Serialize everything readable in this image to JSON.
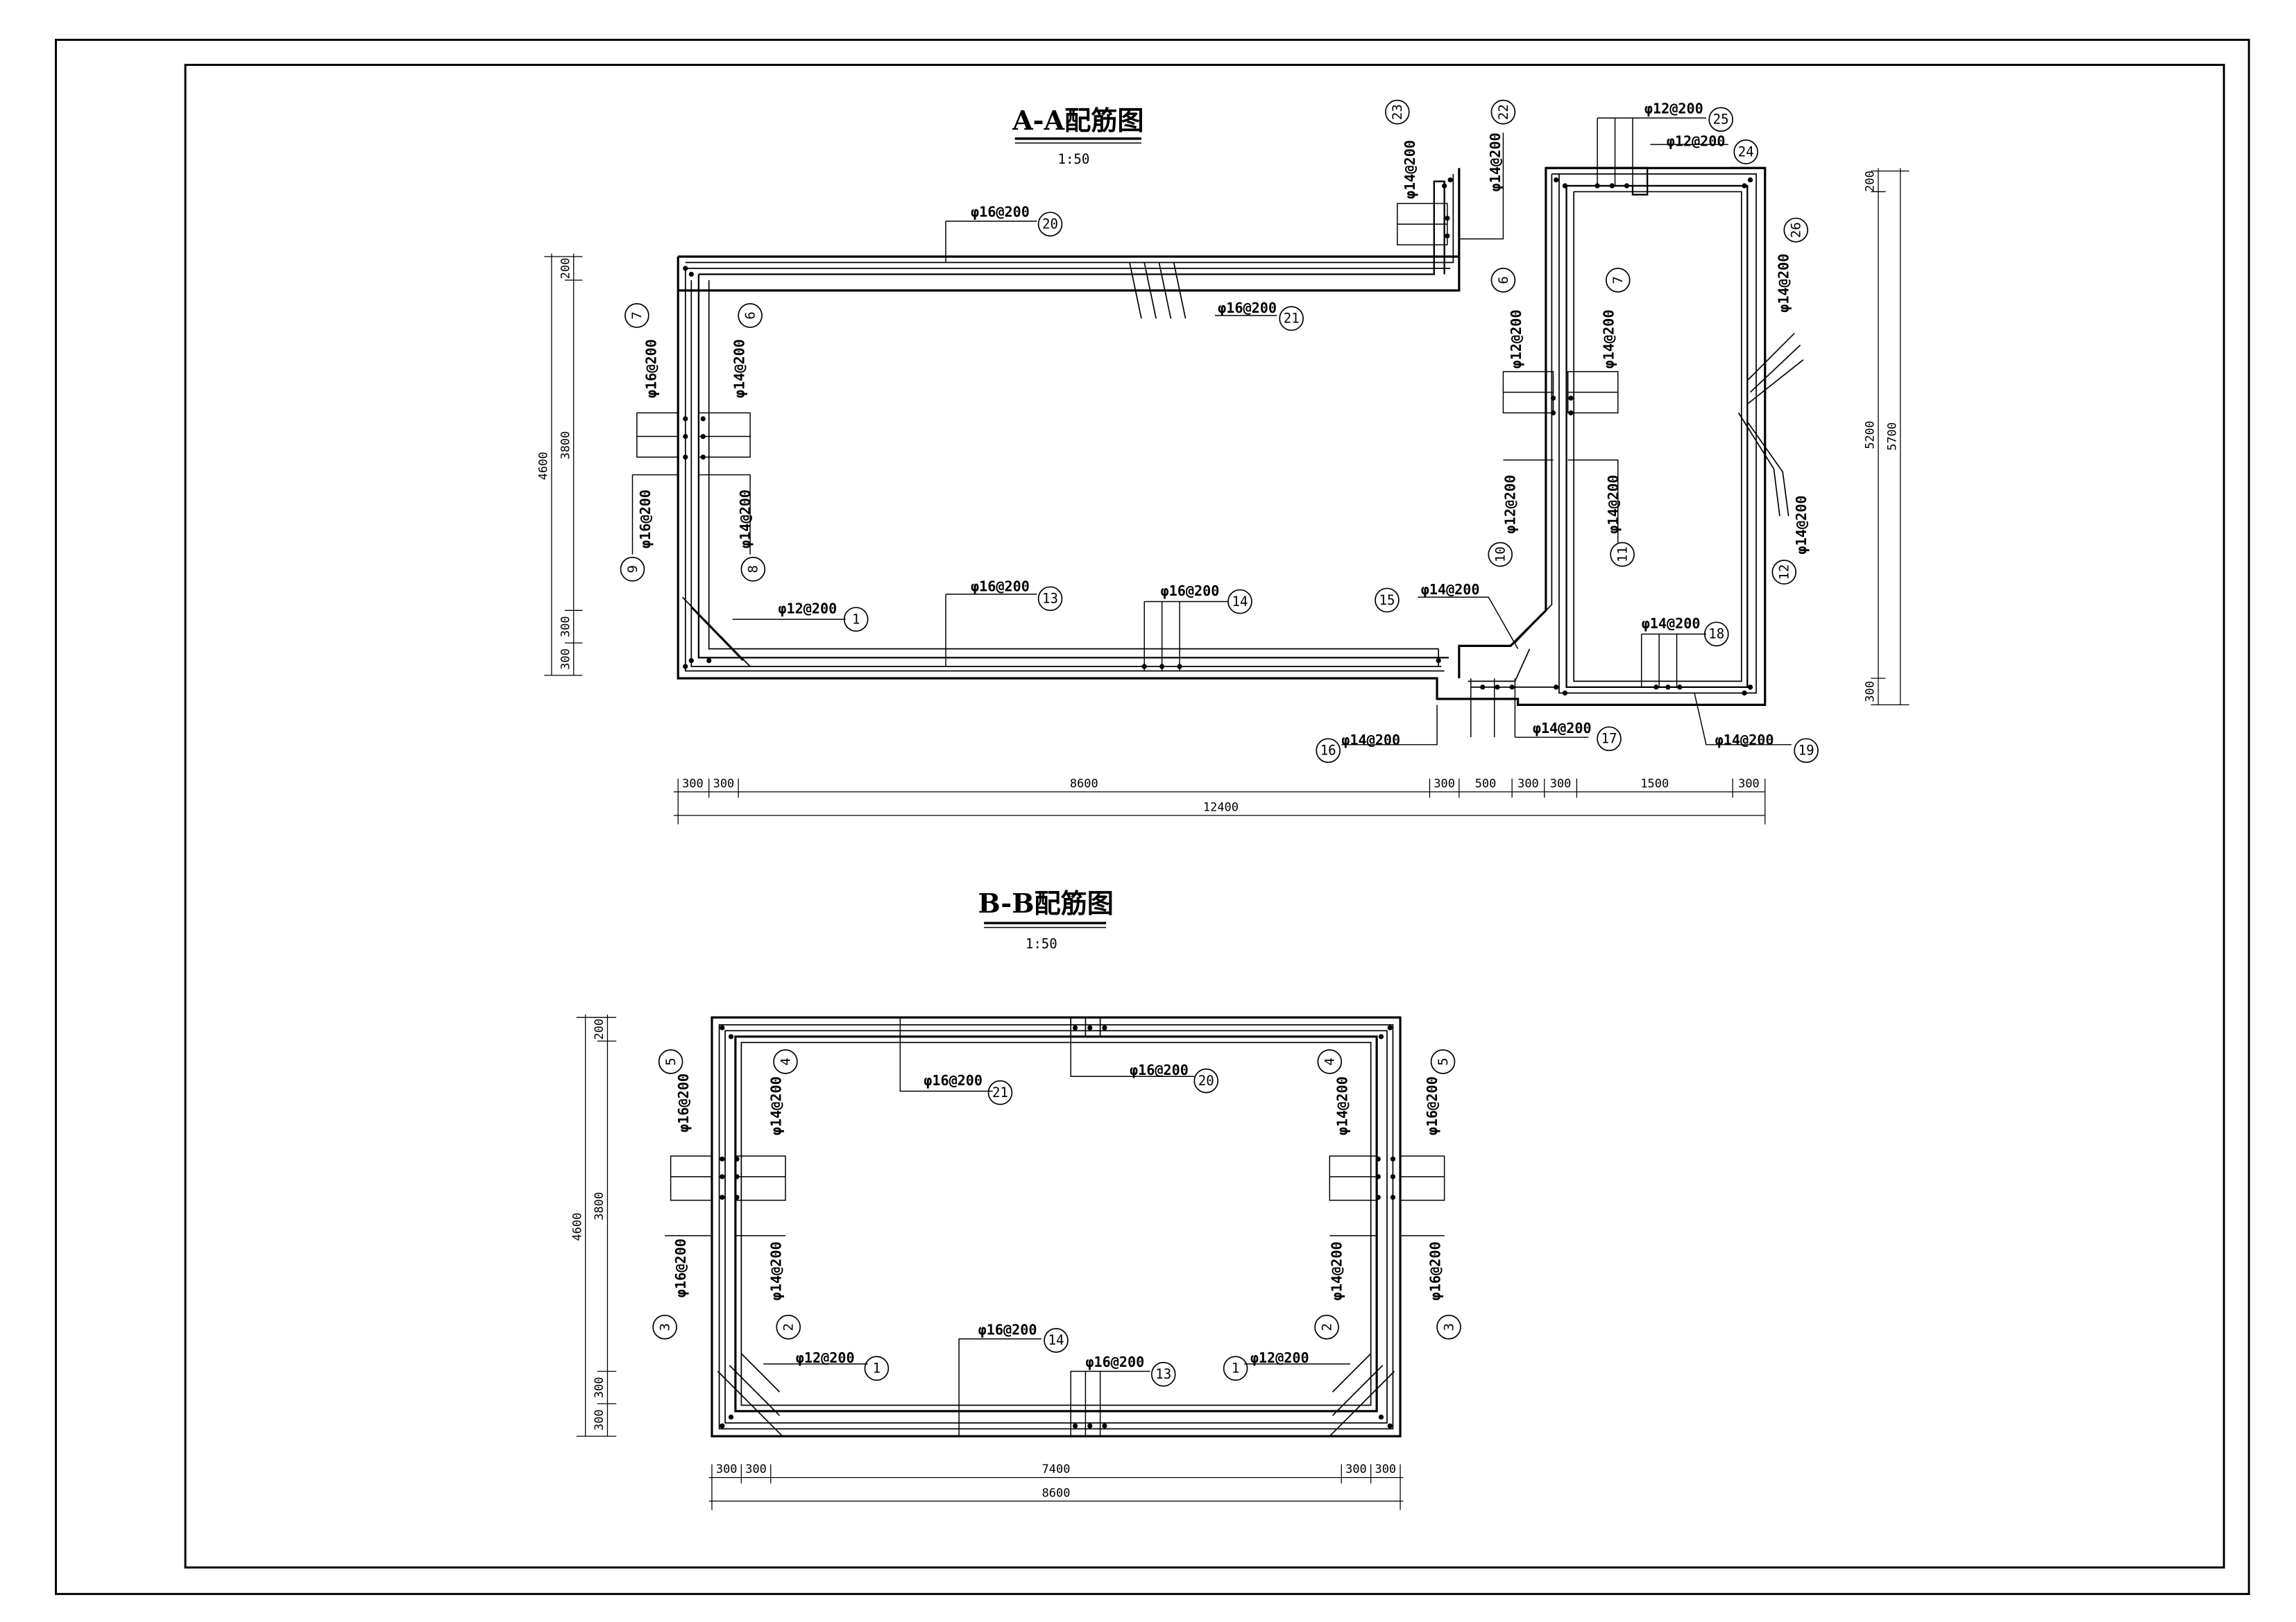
{
  "section_aa": {
    "title": "A-A配筋图",
    "scale": "1:50",
    "bars": [
      {
        "mark": "1",
        "spec": "φ12@200"
      },
      {
        "mark": "6",
        "spec": "φ14@200"
      },
      {
        "mark": "7",
        "spec": "φ16@200"
      },
      {
        "mark": "8",
        "spec": "φ14@200"
      },
      {
        "mark": "9",
        "spec": "φ16@200"
      },
      {
        "mark": "13",
        "spec": "φ16@200"
      },
      {
        "mark": "14",
        "spec": "φ16@200"
      },
      {
        "mark": "20",
        "spec": "φ16@200"
      },
      {
        "mark": "21",
        "spec": "φ16@200"
      },
      {
        "mark": "23",
        "spec": "φ14@200"
      },
      {
        "mark": "22",
        "spec": "φ14@200"
      },
      {
        "mark": "6",
        "spec": "φ12@200"
      },
      {
        "mark": "7",
        "spec": "φ14@200"
      },
      {
        "mark": "10",
        "spec": "φ12@200"
      },
      {
        "mark": "11",
        "spec": "φ14@200"
      },
      {
        "mark": "15",
        "spec": "φ14@200"
      },
      {
        "mark": "16",
        "spec": "φ14@200"
      },
      {
        "mark": "17",
        "spec": "φ14@200"
      },
      {
        "mark": "18",
        "spec": "φ14@200"
      },
      {
        "mark": "19",
        "spec": "φ14@200"
      },
      {
        "mark": "25",
        "spec": "φ12@200"
      },
      {
        "mark": "24",
        "spec": "φ12@200"
      },
      {
        "mark": "26",
        "spec": "φ14@200"
      },
      {
        "mark": "12",
        "spec": "φ14@200"
      }
    ],
    "dims_bottom": [
      "300",
      "300",
      "8600",
      "300",
      "500",
      "300",
      "300",
      "1500",
      "300"
    ],
    "dim_total": "12400",
    "dims_left": [
      "200",
      "3800",
      "300",
      "300"
    ],
    "dim_left_total": "4600",
    "dims_right": [
      "200",
      "5200",
      "300"
    ],
    "dim_right_total": "5700"
  },
  "section_bb": {
    "title": "B-B配筋图",
    "scale": "1:50",
    "bars": [
      {
        "mark": "5",
        "spec": "φ16@200"
      },
      {
        "mark": "4",
        "spec": "φ14@200"
      },
      {
        "mark": "3",
        "spec": "φ16@200"
      },
      {
        "mark": "2",
        "spec": "φ14@200"
      },
      {
        "mark": "21",
        "spec": "φ16@200"
      },
      {
        "mark": "20",
        "spec": "φ16@200"
      },
      {
        "mark": "14",
        "spec": "φ16@200"
      },
      {
        "mark": "13",
        "spec": "φ16@200"
      },
      {
        "mark": "1",
        "spec": "φ12@200"
      },
      {
        "mark": "1",
        "spec": "φ12@200"
      },
      {
        "mark": "4",
        "spec": "φ14@200"
      },
      {
        "mark": "5",
        "spec": "φ16@200"
      },
      {
        "mark": "2",
        "spec": "φ14@200"
      },
      {
        "mark": "3",
        "spec": "φ16@200"
      }
    ],
    "dims_bottom": [
      "300",
      "300",
      "7400",
      "300",
      "300"
    ],
    "dim_total": "8600",
    "dims_left": [
      "200",
      "3800",
      "300",
      "300"
    ],
    "dim_left_total": "4600"
  }
}
